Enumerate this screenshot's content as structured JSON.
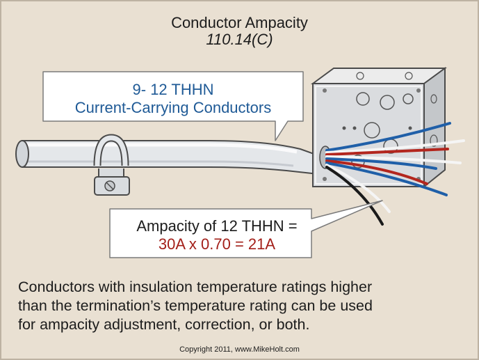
{
  "title": "Conductor Ampacity",
  "subtitle": "110.14(C)",
  "callout_conductors": {
    "line1": "9- 12 THHN",
    "line2": "Current-Carrying Conductors"
  },
  "callout_ampacity": {
    "line1": "Ampacity of 12 THHN =",
    "line2": "30A x 0.70 = 21A"
  },
  "body": {
    "line1": "Conductors with insulation temperature ratings higher",
    "line2": "than the termination’s temperature rating can be used",
    "line3": "for ampacity adjustment, correction, or both."
  },
  "copyright": "Copyright 2011, www.MikeHolt.com",
  "colors": {
    "background": "#e9e0d2",
    "conductor_text": "#1f5a96",
    "calculation_text": "#a3201a",
    "wire_blue": "#1f5fa8",
    "wire_red": "#b3261e",
    "wire_black": "#1a1a1a",
    "wire_white": "#f5f5f5"
  }
}
